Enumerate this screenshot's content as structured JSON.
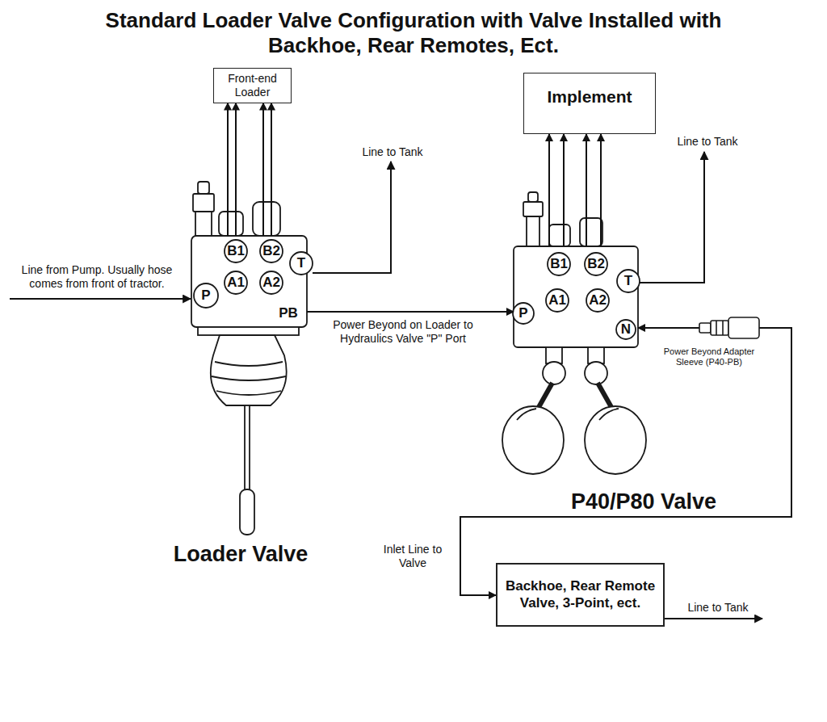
{
  "diagram": {
    "title": "Standard Loader Valve Configuration with Valve Installed with Backhoe, Rear Remotes, Ect.",
    "nodes": [
      {
        "text": [
          "Front-end Loader"
        ]
      },
      {
        "text": [
          "Implement"
        ]
      },
      {
        "text": [
          "Loader Valve"
        ]
      },
      {
        "text": [
          "P40/P80 Valve"
        ]
      },
      {
        "text": [
          "Backhoe, Rear Remote Valve, 3-Point, ect."
        ]
      }
    ],
    "edges": [
      {
        "from": 2,
        "to": 0,
        "arrow": "to"
      },
      {
        "from": 2,
        "to": 0,
        "arrow": "to"
      },
      {
        "from": 2,
        "to": 0,
        "arrow": "to"
      },
      {
        "from": 2,
        "to": 0,
        "arrow": "to"
      },
      {
        "from": 3,
        "to": 1,
        "arrow": "to"
      },
      {
        "from": 3,
        "to": 1,
        "arrow": "to"
      },
      {
        "from": 3,
        "to": 1,
        "arrow": "to"
      },
      {
        "from": 3,
        "to": 1,
        "arrow": "to"
      },
      {
        "from": 2,
        "to": 3,
        "label": "Power Beyond on Loader to Hydraulics Valve \"P\" Port",
        "arrow": "to"
      },
      {
        "from": 3,
        "to": 4,
        "label": "Inlet Line to Valve",
        "arrow": "both"
      }
    ],
    "labels": [
      "Line from Pump. Usually hose comes from front of tractor.",
      "P",
      "B1",
      "A1",
      "B2",
      "A2",
      "T",
      "PB",
      "Line to Tank",
      "P",
      "B1",
      "A1",
      "B2",
      "A2",
      "T",
      "N",
      "Line to Tank",
      "Power Beyond Adapter Sleeve (P40-PB)",
      "Line to Tank"
    ]
  }
}
